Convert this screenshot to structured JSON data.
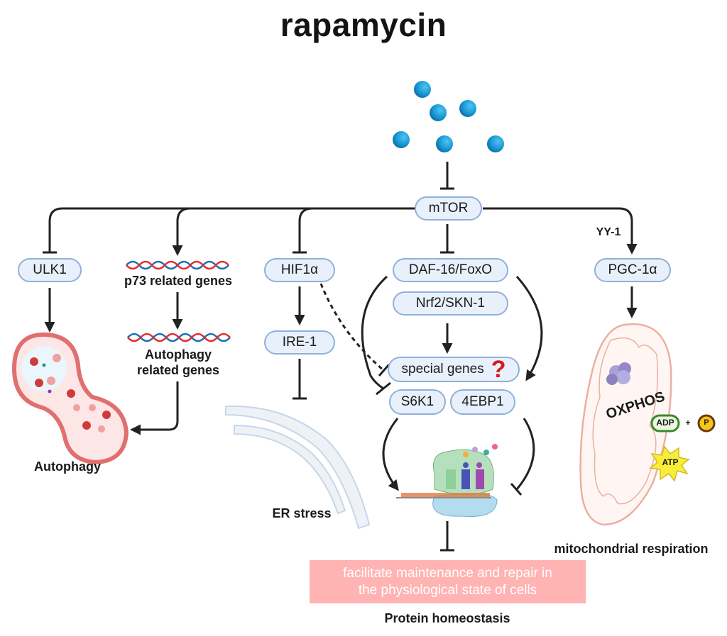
{
  "title": "rapamycin",
  "nodes": {
    "mtor": "mTOR",
    "ulk1": "ULK1",
    "hif1a": "HIF1α",
    "ire1": "IRE-1",
    "daf16": "DAF-16/FoxO",
    "nrf2": "Nrf2/SKN-1",
    "special_genes": "special genes",
    "special_genes_mark": "?",
    "s6k1": "S6K1",
    "4ebp1": "4EBP1",
    "pgc1a": "PGC-1α"
  },
  "labels": {
    "p73": "p73 related genes",
    "autophagy_genes_line1": "Autophagy",
    "autophagy_genes_line2": "related genes",
    "autophagy": "Autophagy",
    "er_stress": "ER stress",
    "yy1": "YY-1",
    "oxphos": "OXPHOS",
    "adp": "ADP",
    "plus": "+",
    "p": "P",
    "atp": "ATP",
    "mito_resp": "mitochondrial respiration",
    "protein_homeostasis": "Protein homeostasis"
  },
  "outcome": {
    "line1": "facilitate maintenance and repair in",
    "line2": "the physiological state of cells"
  },
  "colors": {
    "pill_border": "#8fb0da",
    "pill_fill": "#e8f1fb",
    "molecule": "#1a9ad6",
    "outcome_fill": "#ffb3b3",
    "question_mark": "#d31c1c",
    "mito_outline": "#eab0a0",
    "lysosome": "#e07070",
    "er": "#c7d6ea"
  }
}
